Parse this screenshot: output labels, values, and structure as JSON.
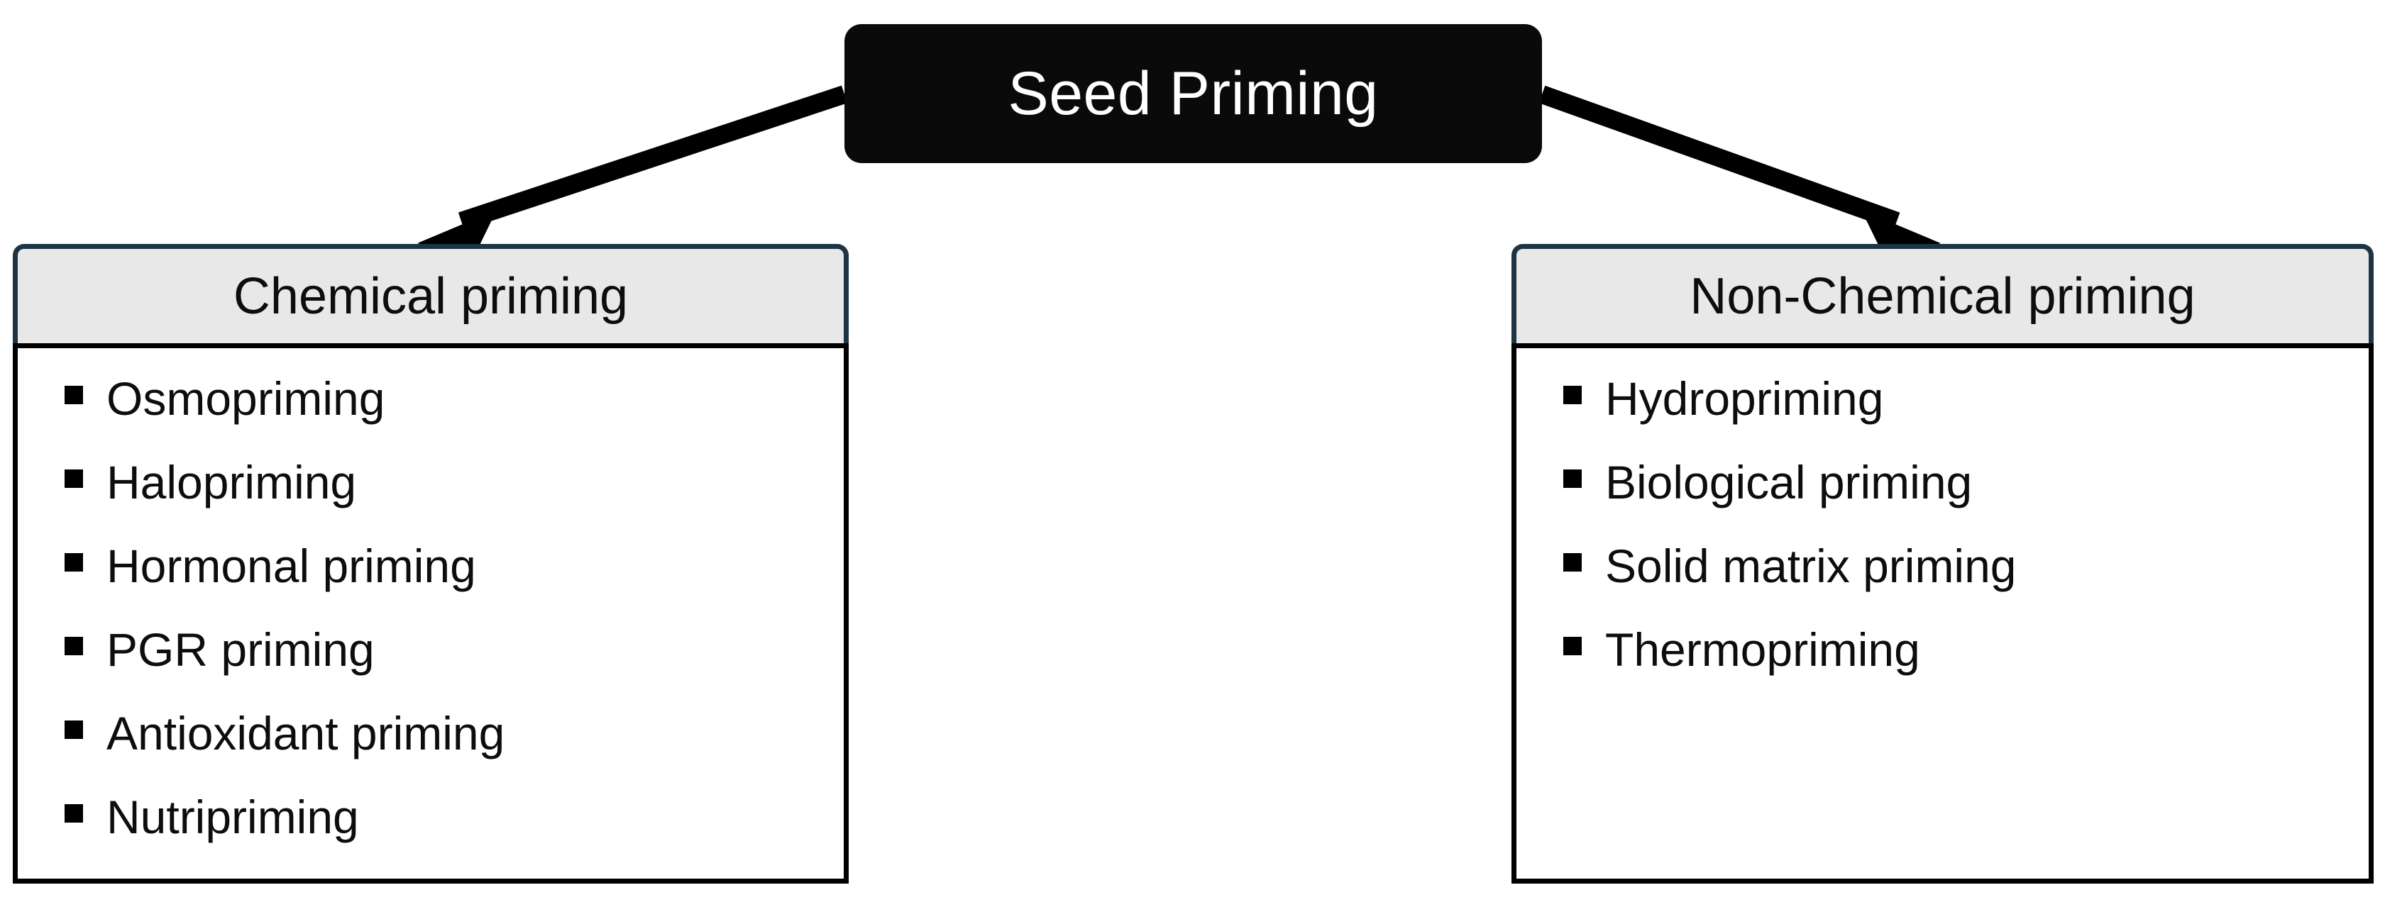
{
  "diagram": {
    "root": {
      "label": "Seed Priming",
      "fill": "#0a0a0a",
      "text_color": "#ffffff"
    },
    "connectors": [
      {
        "name": "arrow-root-to-chemical",
        "direction": "down-left",
        "color": "#000000"
      },
      {
        "name": "arrow-root-to-non-chemical",
        "direction": "down-right",
        "color": "#000000"
      }
    ],
    "categories": [
      {
        "id": "chemical",
        "header": "Chemical priming",
        "header_fill": "#e8e8e8",
        "header_border": "#1c3443",
        "body_border": "#000000",
        "items": [
          "Osmopriming",
          "Halopriming",
          "Hormonal priming",
          "PGR priming",
          "Antioxidant priming",
          "Nutripriming"
        ]
      },
      {
        "id": "non-chemical",
        "header": "Non-Chemical priming",
        "header_fill": "#e8e8e8",
        "header_border": "#1c3443",
        "body_border": "#000000",
        "items": [
          "Hydropriming",
          "Biological priming",
          "Solid matrix priming",
          "Thermopriming"
        ]
      }
    ]
  }
}
